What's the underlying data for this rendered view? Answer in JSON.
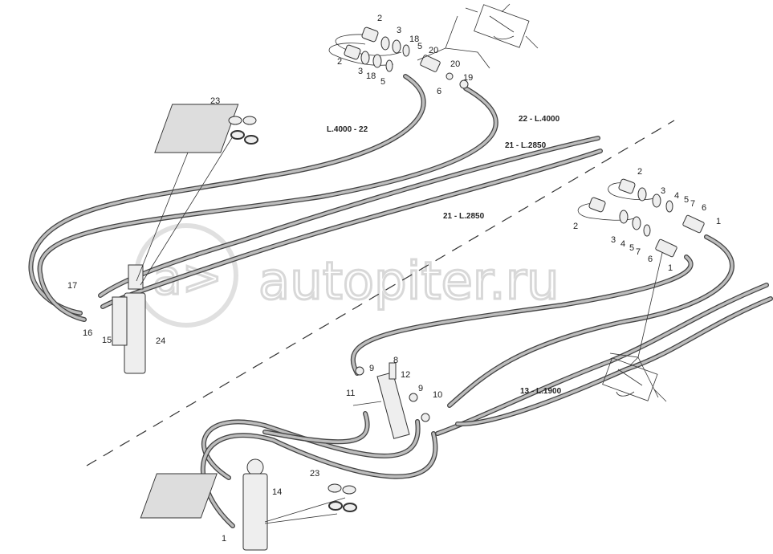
{
  "watermark": {
    "text": "autopiter.ru"
  },
  "symbols": {
    "valve_symbol": "throttle-check-valve-symbol"
  },
  "labels": {
    "top": [
      "2",
      "3",
      "18",
      "5",
      "20",
      "2",
      "3",
      "18",
      "5",
      "20",
      "19",
      "6"
    ],
    "hoses": {
      "l4000_left": "L.4000 - 22",
      "l4000_right": "22 - L.4000",
      "l2850_upper": "21 - L.2850",
      "l2850_lower": "21 - L.2850",
      "l1900": "13 - L.1900"
    },
    "left_cylinder": [
      "23",
      "17",
      "16",
      "15",
      "24"
    ],
    "right_group": [
      "2",
      "3",
      "4",
      "5",
      "7",
      "6",
      "1",
      "2",
      "3",
      "4",
      "5",
      "7",
      "6",
      "1"
    ],
    "valve_block": [
      "8",
      "9",
      "12",
      "11",
      "9",
      "10"
    ],
    "bottom_cylinder": [
      "23",
      "14",
      "1"
    ]
  }
}
